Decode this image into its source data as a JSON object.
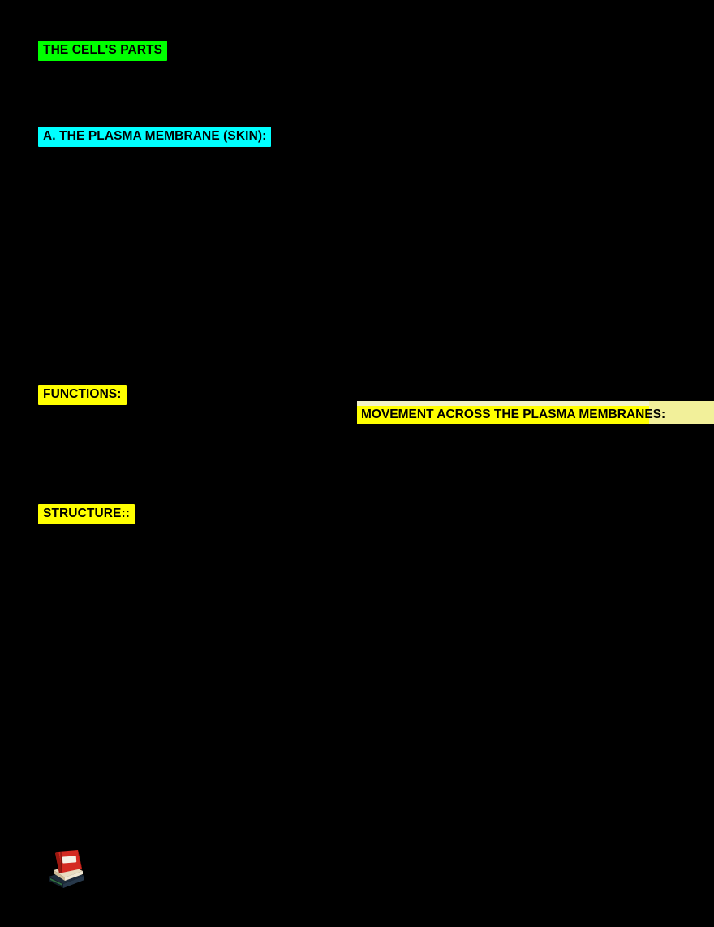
{
  "document": {
    "background_color": "#000000",
    "title": "THE CELL'S PARTS"
  },
  "headings": {
    "main": {
      "label": "THE CELL'S PARTS",
      "highlight_color": "#00ff00",
      "text_color": "#000000"
    },
    "section_a": {
      "label": "A.  THE PLASMA MEMBRANE (SKIN):",
      "highlight_color": "#00ffff",
      "text_color": "#000000"
    },
    "functions": {
      "label": "FUNCTIONS:",
      "highlight_color": "#ffff00",
      "text_color": "#000000"
    },
    "structure": {
      "label": "STRUCTURE::",
      "highlight_color": "#ffff00",
      "text_color": "#000000"
    },
    "movement": {
      "label": "MOVEMENT ACROSS THE PLASMA MEMBRANES:",
      "highlight_color": "#ffff00",
      "trailing_highlight_color": "#f2f09a",
      "text_color": "#000000"
    }
  },
  "body": {
    "intro": "",
    "section_a": "",
    "functions": "",
    "structure": "",
    "movement": ""
  },
  "icons": {
    "books": {
      "name": "books-icon",
      "colors": {
        "top_book": "#d42a22",
        "top_book_shade": "#b31f17",
        "label": "#f5f0e6",
        "middle_book": "#e8dcc0",
        "bottom_book": "#1d2b3a",
        "accent": "#2f6f3f"
      }
    }
  }
}
